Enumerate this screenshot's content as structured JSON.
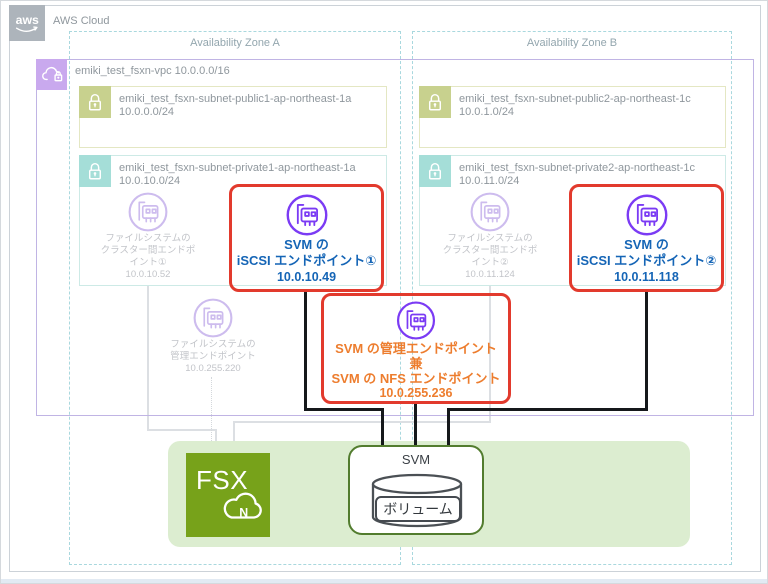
{
  "header": {
    "logo_text": "aws",
    "cloud_label": "AWS Cloud"
  },
  "zones": [
    {
      "label": "Availability Zone A"
    },
    {
      "label": "Availability Zone B"
    }
  ],
  "vpc": {
    "label": "emiki_test_fsxn-vpc 10.0.0.0/16"
  },
  "subnets": [
    {
      "name": "emiki_test_fsxn-subnet-public1-ap-northeast-1a",
      "cidr": "10.0.0.0/24"
    },
    {
      "name": "emiki_test_fsxn-subnet-private1-ap-northeast-1a",
      "cidr": "10.0.10.0/24"
    },
    {
      "name": "emiki_test_fsxn-subnet-public2-ap-northeast-1c",
      "cidr": "10.0.1.0/24"
    },
    {
      "name": "emiki_test_fsxn-subnet-private2-ap-northeast-1c",
      "cidr": "10.0.11.0/24"
    }
  ],
  "endpoints": {
    "cluster_a": {
      "line1": "ファイルシステムの",
      "line2": "クラスター間エンドポイント①",
      "ip": "10.0.10.52"
    },
    "cluster_b": {
      "line1": "ファイルシステムの",
      "line2": "クラスター間エンドポイント②",
      "ip": "10.0.11.124"
    },
    "fs_mgmt": {
      "line1": "ファイルシステムの",
      "line2": "管理エンドポイント",
      "ip": "10.0.255.220"
    },
    "iscsi_a": {
      "line1": "SVM の",
      "line2": "iSCSI エンドポイント①",
      "ip": "10.0.10.49"
    },
    "iscsi_b": {
      "line1": "SVM の",
      "line2": "iSCSI エンドポイント②",
      "ip": "10.0.11.118"
    },
    "svm_mgmt_nfs": {
      "line1": "SVM の管理エンドポイント",
      "line2": "兼",
      "line3": "SVM の NFS エンドポイント",
      "ip": "10.0.255.236"
    }
  },
  "storage": {
    "fsx_label": "FSX",
    "fsx_badge": "N",
    "svm_label": "SVM",
    "volume_label": "ボリューム"
  },
  "colors": {
    "red_border": "#e23a2d",
    "blue_text": "#1565b6",
    "orange_text": "#ed7d2e",
    "purple_icon": "#7b3bf4",
    "faded_purple": "#cdbcee",
    "fsx_green": "#77a21a",
    "green_band": "#dcedd0",
    "teal_dash": "#a9d8de",
    "vpc_purple": "#c9a9ee",
    "public_olive": "#c8d18e",
    "private_teal": "#a5ded8"
  }
}
